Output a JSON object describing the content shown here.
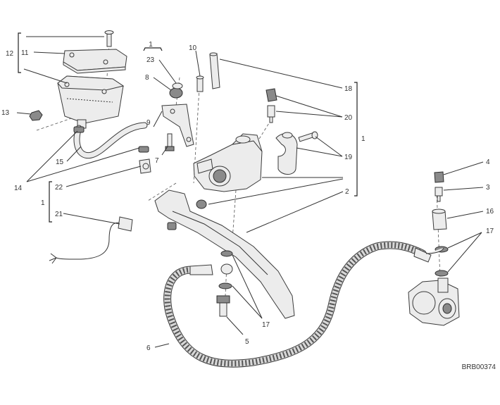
{
  "diagram": {
    "ref_code": "BRB00374",
    "labels": {
      "l1_top": "1",
      "l1_right": "1",
      "l1_left": "1",
      "l2": "2",
      "l3": "3",
      "l4": "4",
      "l5": "5",
      "l6": "6",
      "l7": "7",
      "l8": "8",
      "l9": "9",
      "l10": "10",
      "l11": "11",
      "l12": "12",
      "l13": "13",
      "l14": "14",
      "l15": "15",
      "l16": "16",
      "l17_mid": "17",
      "l17_right": "17",
      "l18": "18",
      "l19": "19",
      "l20": "20",
      "l21": "21",
      "l22": "22",
      "l23": "23"
    }
  }
}
